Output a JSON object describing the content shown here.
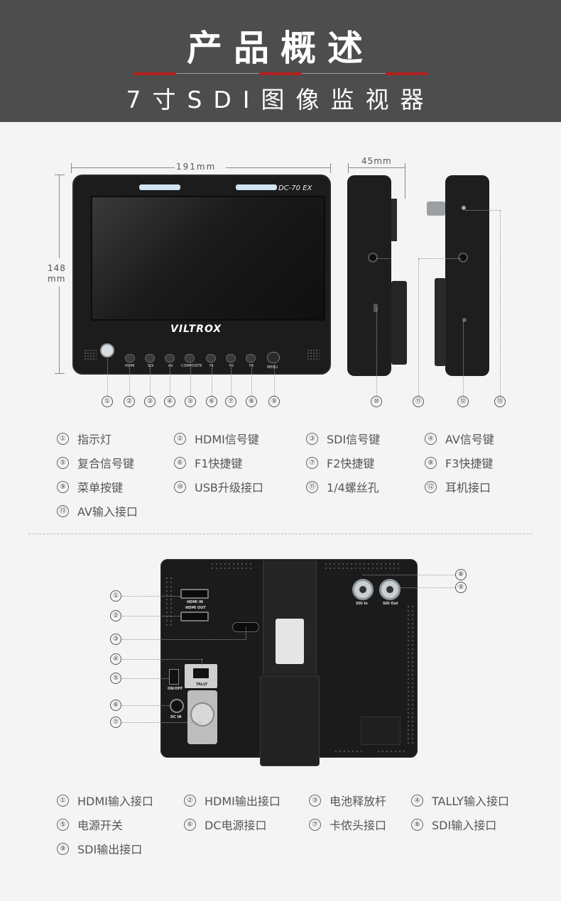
{
  "header": {
    "title": "产品概述",
    "subtitle": "7寸SDI图像监视器"
  },
  "front_view": {
    "width_label": "191mm",
    "height_label_line1": "148",
    "height_label_line2": "mm",
    "model": "DC-70 EX",
    "brand": "VILTROX",
    "buttons": [
      "HDMI",
      "SDI",
      "AV",
      "COMPOSITE",
      "F1",
      "F2",
      "F3",
      "MENU"
    ],
    "callouts": [
      "①",
      "②",
      "③",
      "④",
      "⑤",
      "⑥",
      "⑦",
      "⑧",
      "⑨"
    ]
  },
  "side_view": {
    "depth_label": "45mm",
    "callouts": [
      "⑩",
      "⑪",
      "⑫",
      "⑬"
    ]
  },
  "legend_front": [
    {
      "num": "①",
      "label": "指示灯"
    },
    {
      "num": "②",
      "label": "HDMI信号键"
    },
    {
      "num": "③",
      "label": "SDI信号键"
    },
    {
      "num": "④",
      "label": "AV信号键"
    },
    {
      "num": "⑤",
      "label": "复合信号键"
    },
    {
      "num": "⑥",
      "label": "F1快捷键"
    },
    {
      "num": "⑦",
      "label": "F2快捷键"
    },
    {
      "num": "⑧",
      "label": "F3快捷键"
    },
    {
      "num": "⑨",
      "label": "菜单按键"
    },
    {
      "num": "⑩",
      "label": "USB升级接口"
    },
    {
      "num": "⑪",
      "label": "1/4螺丝孔"
    },
    {
      "num": "⑫",
      "label": "耳机接口"
    },
    {
      "num": "⑬",
      "label": "AV输入接口"
    }
  ],
  "back_view": {
    "hdmi_in": "HDMI IN",
    "hdmi_out": "HDMI OUT",
    "tally": "TALLY",
    "on_off": "ON/OFF",
    "dc_in": "DC IN",
    "sdi_in": "SDI In",
    "sdi_out": "SDI Out",
    "callouts": [
      "①",
      "②",
      "③",
      "④",
      "⑤",
      "⑥",
      "⑦",
      "⑧",
      "⑨"
    ]
  },
  "legend_back": [
    {
      "num": "①",
      "label": "HDMI输入接口"
    },
    {
      "num": "②",
      "label": "HDMI输出接口"
    },
    {
      "num": "③",
      "label": "电池释放杆"
    },
    {
      "num": "④",
      "label": "TALLY输入接口"
    },
    {
      "num": "⑤",
      "label": "电源开关"
    },
    {
      "num": "⑥",
      "label": "DC电源接口"
    },
    {
      "num": "⑦",
      "label": "卡侬头接口"
    },
    {
      "num": "⑧",
      "label": "SDI输入接口"
    },
    {
      "num": "⑨",
      "label": "SDI输出接口"
    }
  ]
}
